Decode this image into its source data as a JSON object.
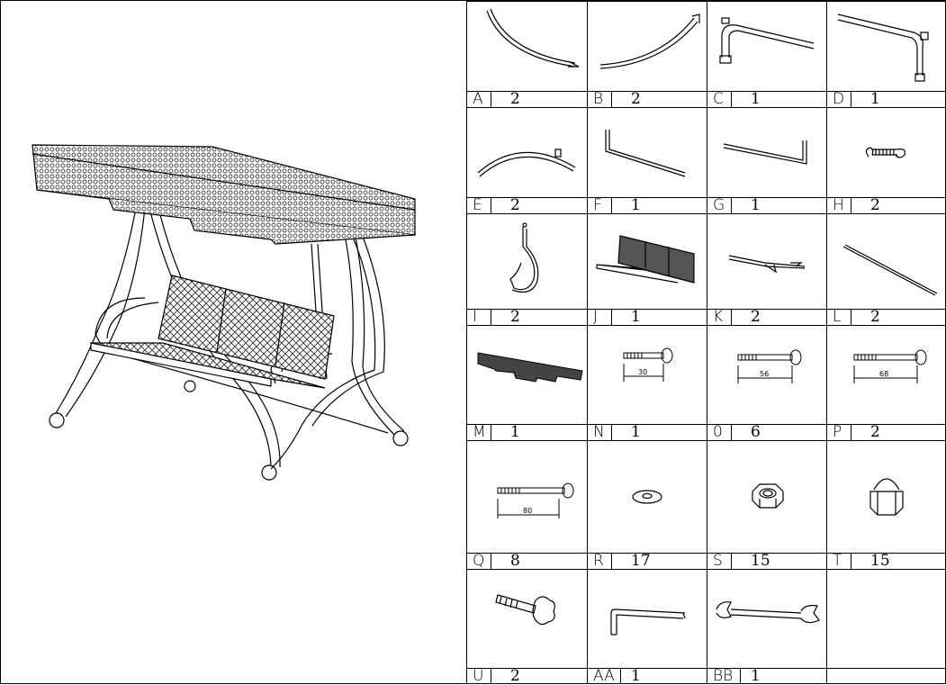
{
  "parts": [
    {
      "letter": "A",
      "qty": "2",
      "icon": "curved-tube-a-icon"
    },
    {
      "letter": "B",
      "qty": "2",
      "icon": "curved-tube-b-icon"
    },
    {
      "letter": "C",
      "qty": "1",
      "icon": "bent-frame-c-icon"
    },
    {
      "letter": "D",
      "qty": "1",
      "icon": "bent-frame-d-icon"
    },
    {
      "letter": "E",
      "qty": "2",
      "icon": "arc-rail-icon"
    },
    {
      "letter": "F",
      "qty": "1",
      "icon": "l-bar-icon"
    },
    {
      "letter": "G",
      "qty": "1",
      "icon": "u-bar-icon"
    },
    {
      "letter": "H",
      "qty": "2",
      "icon": "spring-icon"
    },
    {
      "letter": "I",
      "qty": "2",
      "icon": "armrest-hook-icon"
    },
    {
      "letter": "J",
      "qty": "1",
      "icon": "seat-bench-icon"
    },
    {
      "letter": "K",
      "qty": "2",
      "icon": "bracket-bar-icon"
    },
    {
      "letter": "L",
      "qty": "2",
      "icon": "rod-icon"
    },
    {
      "letter": "M",
      "qty": "1",
      "icon": "canopy-icon"
    },
    {
      "letter": "N",
      "qty": "1",
      "icon": "bolt-30-icon"
    },
    {
      "letter": "0",
      "qty": "6",
      "icon": "bolt-56-icon"
    },
    {
      "letter": "P",
      "qty": "2",
      "icon": "bolt-68-icon"
    },
    {
      "letter": "Q",
      "qty": "8",
      "icon": "bolt-80-icon"
    },
    {
      "letter": "R",
      "qty": "17",
      "icon": "washer-icon"
    },
    {
      "letter": "S",
      "qty": "15",
      "icon": "hex-nut-icon"
    },
    {
      "letter": "T",
      "qty": "15",
      "icon": "cap-nut-icon"
    },
    {
      "letter": "U",
      "qty": "2",
      "icon": "knob-bolt-icon"
    },
    {
      "letter": "AA",
      "qty": "1",
      "icon": "allen-key-icon"
    },
    {
      "letter": "BB",
      "qty": "1",
      "icon": "wrench-icon"
    },
    {
      "letter": "",
      "qty": "",
      "icon": ""
    }
  ],
  "dimensions": {
    "n": "30",
    "o": "56",
    "p": "68",
    "q": "80"
  }
}
